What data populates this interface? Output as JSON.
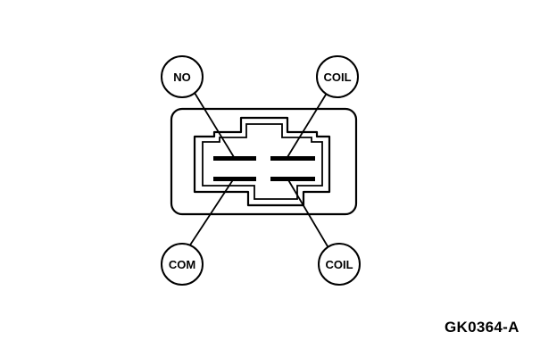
{
  "terminals": {
    "no": "NO",
    "coil_top": "COIL",
    "com": "COM",
    "coil_bottom": "COIL"
  },
  "figure_id": "GK0364-A"
}
